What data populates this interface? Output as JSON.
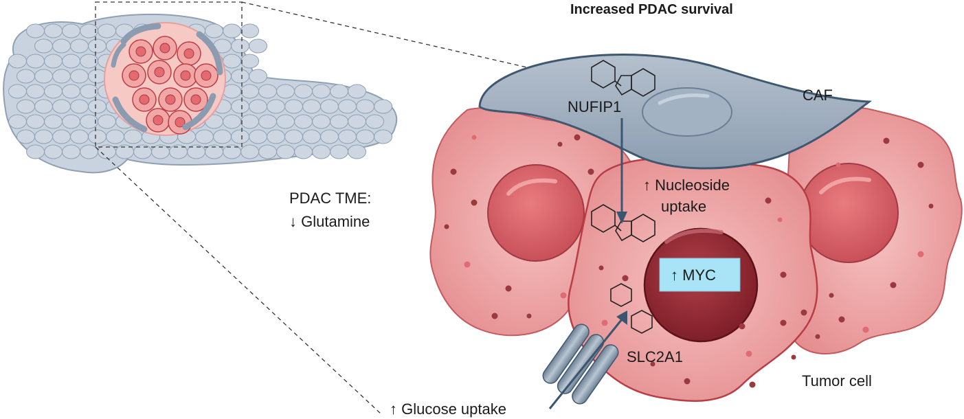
{
  "title": "Increased PDAC survival",
  "labels": {
    "caf": "CAF",
    "nufip1": "NUFIP1",
    "tme_line1": "PDAC TME:",
    "tme_line2": "↓ Glutamine",
    "nucleoside_line1": "↑ Nucleoside",
    "nucleoside_line2": "uptake",
    "myc": "↑ MYC",
    "slc2a1": "SLC2A1",
    "tumor_cell": "Tumor cell",
    "glucose": "↑ Glucose uptake"
  },
  "colors": {
    "pancreas": "#c9d3df",
    "tumor_pink": "#eea7a6",
    "tumor_dark": "#b83d45",
    "nucleus": "#8f2630",
    "caf": "#97a7b8",
    "myc_box": "#a8e4f5",
    "arrow": "#3b556e"
  }
}
